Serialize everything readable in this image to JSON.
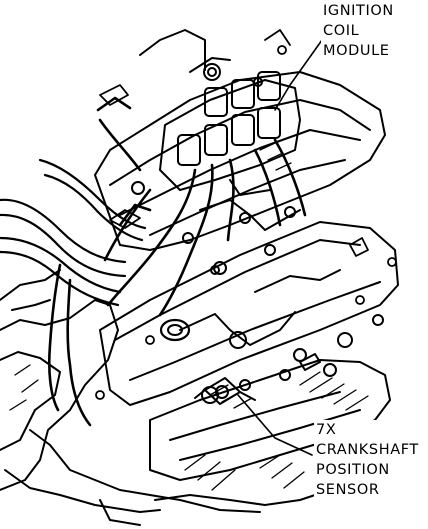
{
  "labels": {
    "ignition_coil_module": [
      "IGNITION",
      "COIL",
      "MODULE"
    ],
    "crankshaft_position_sensor": [
      "7X",
      "CRANKSHAFT",
      "POSITION",
      "SENSOR"
    ]
  },
  "colors": {
    "ink": "#000000",
    "paper": "#ffffff"
  }
}
